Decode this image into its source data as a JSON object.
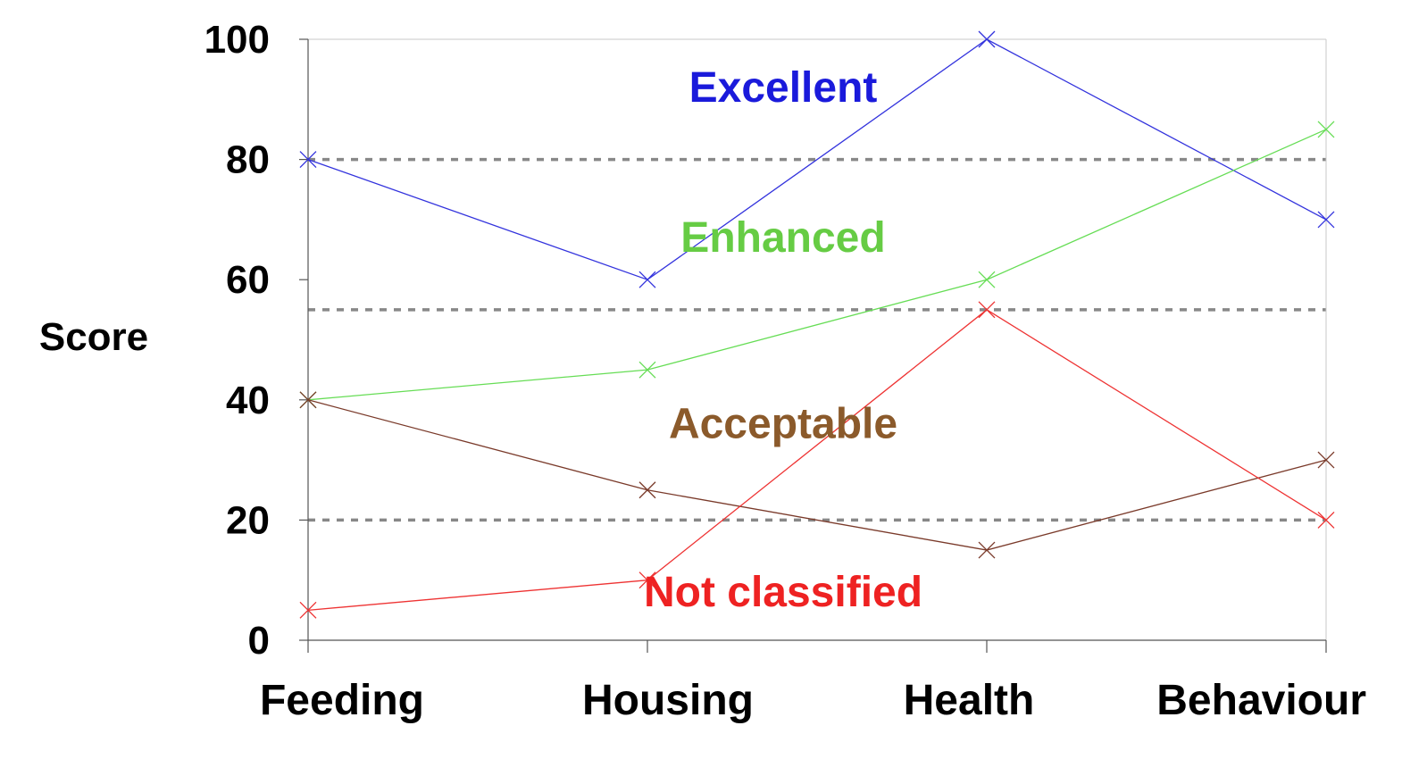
{
  "chart_data": {
    "type": "line",
    "categories": [
      "Feeding",
      "Housing",
      "Health",
      "Behaviour"
    ],
    "series": [
      {
        "color": "#3333dd",
        "values": [
          80,
          60,
          100,
          70
        ]
      },
      {
        "color": "#66dd55",
        "values": [
          40,
          45,
          60,
          85
        ]
      },
      {
        "color": "#7a3a2a",
        "values": [
          40,
          25,
          15,
          30
        ]
      },
      {
        "color": "#ee3333",
        "values": [
          5,
          10,
          55,
          20
        ]
      }
    ],
    "threshold_lines": [
      80,
      55,
      20
    ],
    "zone_labels": [
      {
        "text": "Excellent",
        "color": "#1a1adb",
        "x_pos": 1.4,
        "y": 92
      },
      {
        "text": "Enhanced",
        "color": "#66cc44",
        "x_pos": 1.4,
        "y": 67
      },
      {
        "text": "Acceptable",
        "color": "#8b5a2b",
        "x_pos": 1.4,
        "y": 36
      },
      {
        "text": "Not classified",
        "color": "#ee2222",
        "x_pos": 1.4,
        "y": 8
      }
    ],
    "ylabel": "Score",
    "xlabel": "",
    "title": "",
    "ylim": [
      0,
      100
    ],
    "yticks": [
      "0",
      "20",
      "40",
      "60",
      "80",
      "100"
    ],
    "grid": false,
    "marker": "x"
  }
}
